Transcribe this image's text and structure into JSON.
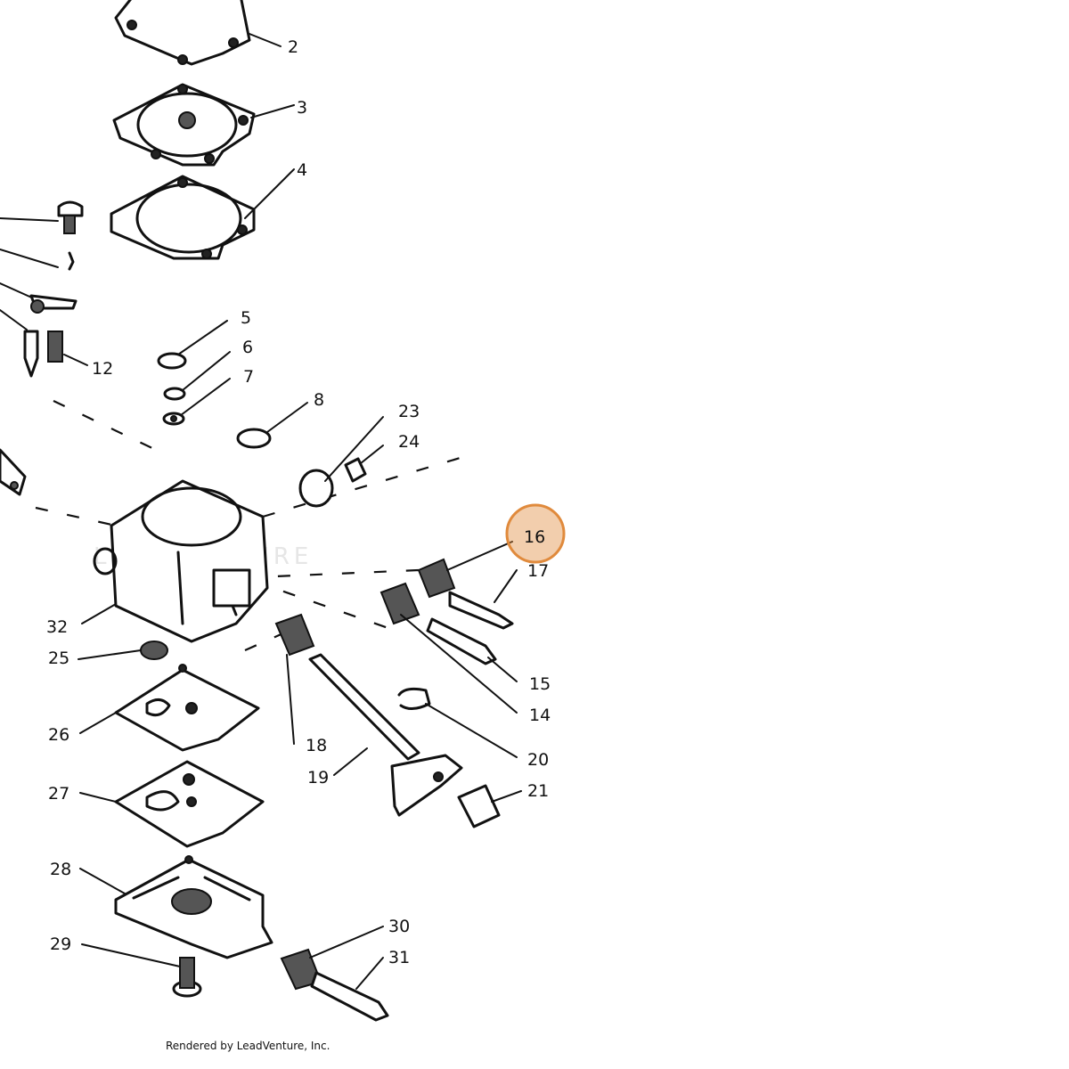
{
  "diagram": {
    "callouts": [
      "2",
      "3",
      "4",
      "5",
      "6",
      "7",
      "8",
      "12",
      "14",
      "15",
      "16",
      "17",
      "18",
      "19",
      "20",
      "21",
      "23",
      "24",
      "25",
      "26",
      "27",
      "28",
      "29",
      "30",
      "31",
      "32"
    ],
    "highlighted_callout": "16",
    "highlight_color": "#e08a3c",
    "watermark": "LEADVENTURE",
    "credit": "Rendered by LeadVenture, Inc."
  }
}
